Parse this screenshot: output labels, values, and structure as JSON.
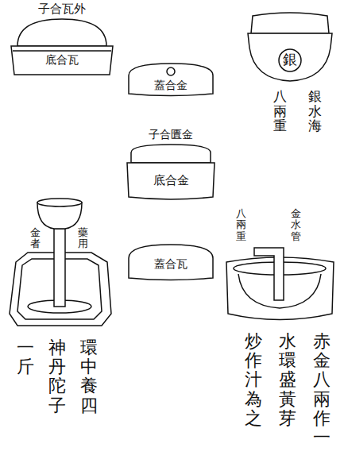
{
  "diagram": {
    "labels": [
      "外瓦合子",
      "瓦合底",
      "金合蓋",
      "銀",
      "銀水海",
      "八兩重",
      "金匱合子",
      "金合底",
      "瓦合蓋",
      "藥用",
      "金者",
      "環中養四",
      "神丹陀子",
      "一斤",
      "金水管",
      "八兩重",
      "赤金八兩作一",
      "水環盛黃芽",
      "炒作汁為之"
    ]
  }
}
